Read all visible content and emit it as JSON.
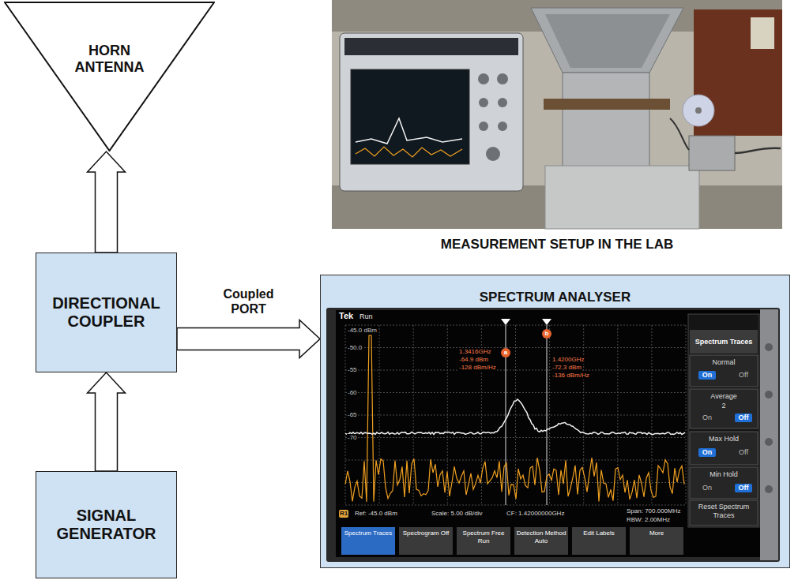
{
  "diagram": {
    "nodes": [
      {
        "text": [
          "HORN ANTENNA"
        ]
      },
      {
        "text": [
          "DIRECTIONAL COUPLER"
        ]
      },
      {
        "text": [
          "SPECTRUM ANALYSER"
        ]
      },
      {
        "text": [
          "SIGNAL GENERATOR"
        ]
      }
    ],
    "edges": [
      {
        "from": 3,
        "to": 1,
        "arrow": "to"
      },
      {
        "from": 1,
        "to": 0,
        "arrow": "to"
      },
      {
        "from": 1,
        "to": 2,
        "label": "Coupled PORT",
        "arrow": "to"
      }
    ],
    "labels": [
      "MEASUREMENT SETUP IN THE LAB",
      "Tek",
      "Run",
      "-45.0 dBm",
      "-50.0",
      "-55",
      "-60",
      "-65",
      "-70",
      "1.3416GHz",
      "-64.9 dBm",
      "-128 dBm/Hz",
      "a",
      "b",
      "1.4200GHz",
      "-72.3 dBm",
      "-136 dBm/Hz",
      "Spectrum Traces",
      "Normal",
      "On",
      "Off",
      "Average",
      "2",
      "On",
      "Off",
      "Max Hold",
      "On",
      "Off",
      "Min Hold",
      "On",
      "Off",
      "Reset Spectrum Traces",
      "R1",
      "Ref: -45.0 dBm",
      "Scale: 5.00 dB/div",
      "CF: 1.42000000GHz",
      "Span: 700.000MHz",
      "RBW: 2.00MHz",
      "Spectrum Traces",
      "Spectrogram Off",
      "Spectrum Free Run",
      "Detection Method Auto",
      "Edit Labels",
      "More"
    ]
  }
}
